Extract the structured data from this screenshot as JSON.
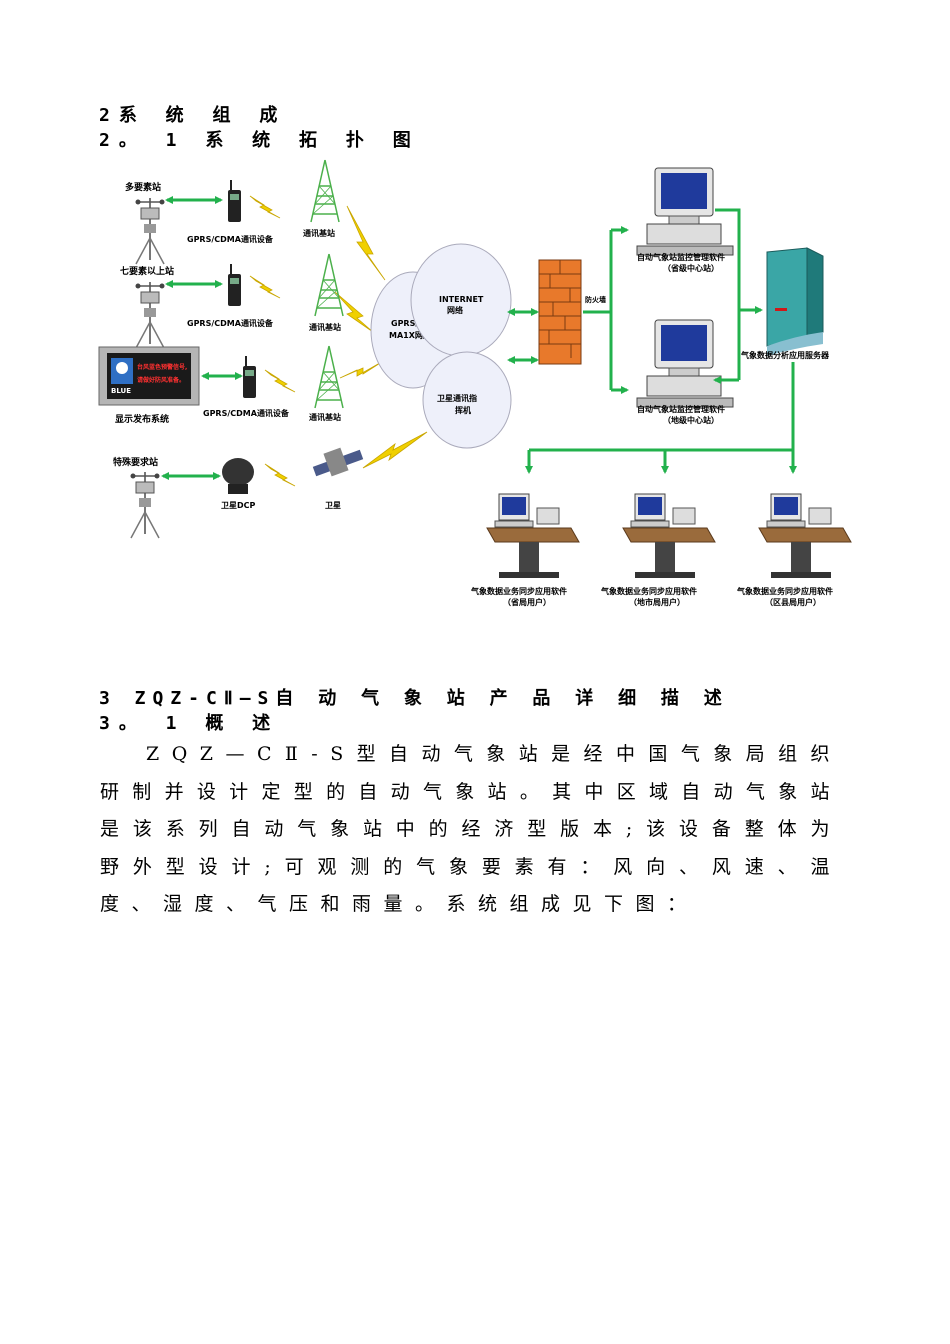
{
  "section2": {
    "heading": "2系 统 组 成",
    "subheading": "2。 1  系 统 拓 扑 图"
  },
  "diagram": {
    "stations": [
      "多要素站",
      "七要素以上站",
      "显示发布系统",
      "特殊要求站"
    ],
    "display_screen_text": [
      "台风蓝色预警信号,",
      "请做好防风准备。"
    ],
    "display_logo": "BLUE",
    "comm_device": "GPRS/CDMA通讯设备",
    "base_station": "通讯基站",
    "gprs_network": [
      "GPRS/CD",
      "MA1X网络"
    ],
    "internet": [
      "INTERNET",
      "网络"
    ],
    "satellite_center": [
      "卫星通讯指",
      "挥机"
    ],
    "satellite_dcp": "卫星DCP",
    "satellite": "卫星",
    "firewall": "防火墙",
    "monitor_provincial": [
      "自动气象站监控管理软件",
      "（省级中心站）"
    ],
    "monitor_city": [
      "自动气象站监控管理软件",
      "（地级中心站）"
    ],
    "server": "气象数据分析应用服务器",
    "users": [
      [
        "气象数据业务同步应用软件",
        "（省局用户）"
      ],
      [
        "气象数据业务同步应用软件",
        "（地市局用户）"
      ],
      [
        "气象数据业务同步应用软件",
        "（区县局用户）"
      ]
    ]
  },
  "section3": {
    "heading": "3 ZQZ-CⅡ—S自 动 气 象 站 产 品 详 细 描 述",
    "subheading": "3。 1  概 述",
    "paragraph": "ZQZ—CⅡ-S型自动气象站是经中国气象局组织研制并设计定型的自动气象站。其中区域自动气象站是该系列自动气象站中的经济型版本;该设备整体为野外型设计;可观测的气象要素有：风向、风速、温度、湿度、气压和雨量。系统组成见下图："
  },
  "colors": {
    "arrow": "#22b14c",
    "lightning": "#f0d000",
    "firewall": "#e8792b"
  }
}
